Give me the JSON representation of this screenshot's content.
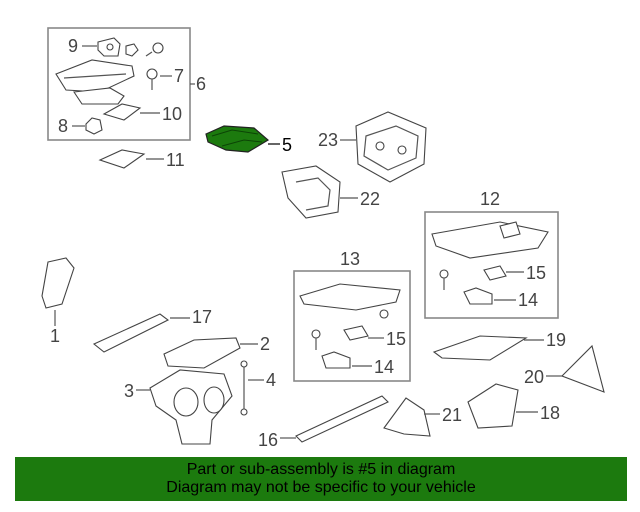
{
  "diagram": {
    "highlight_color": "#1c7a0e",
    "callouts": {
      "c1": "1",
      "c2": "2",
      "c3": "3",
      "c4": "4",
      "c5": "5",
      "c6": "6",
      "c7": "7",
      "c8": "8",
      "c9": "9",
      "c10": "10",
      "c11": "11",
      "c12": "12",
      "c13": "13",
      "c14a": "14",
      "c14b": "14",
      "c15a": "15",
      "c15b": "15",
      "c16": "16",
      "c17": "17",
      "c18": "18",
      "c19": "19",
      "c20": "20",
      "c21": "21",
      "c22": "22",
      "c23": "23"
    }
  },
  "footer": {
    "line1": "Part or sub-assembly is #5 in diagram",
    "line2": "Diagram may not be specific to your vehicle",
    "background": "#1c7a0e"
  }
}
